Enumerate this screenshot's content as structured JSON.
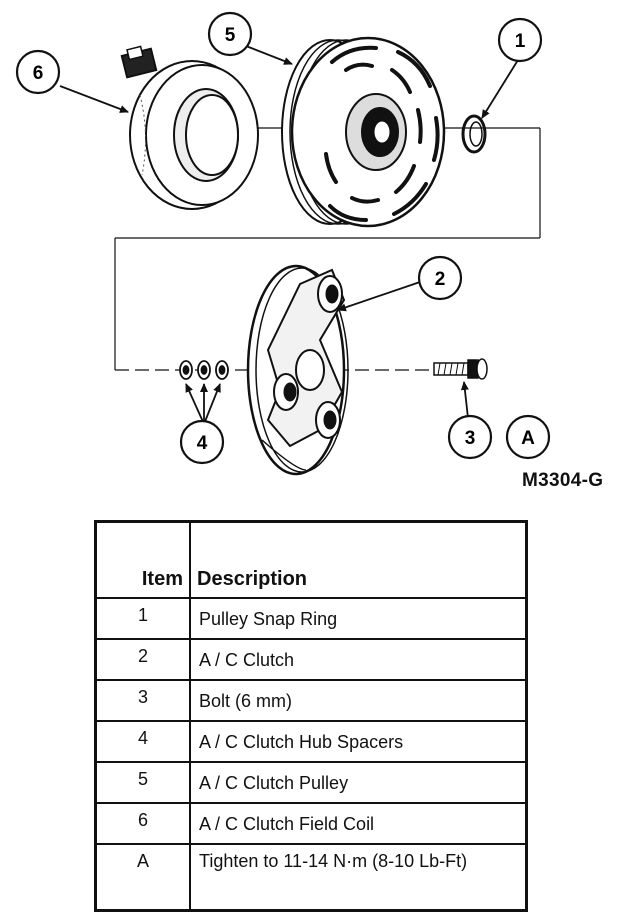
{
  "callouts": {
    "c1": "1",
    "c2": "2",
    "c3": "3",
    "c4": "4",
    "c5": "5",
    "c6": "6",
    "cA": "A"
  },
  "figure_code": "M3304-G",
  "table": {
    "headers": {
      "item": "Item",
      "description": "Description"
    },
    "rows": [
      {
        "item": "1",
        "description": "Pulley Snap Ring"
      },
      {
        "item": "2",
        "description": "A / C Clutch"
      },
      {
        "item": "3",
        "description": "Bolt (6 mm)"
      },
      {
        "item": "4",
        "description": "A / C Clutch Hub Spacers"
      },
      {
        "item": "5",
        "description": "A / C Clutch Pulley"
      },
      {
        "item": "6",
        "description": "A / C Clutch Field Coil"
      },
      {
        "item": "A",
        "description": "Tighten to 11-14 N·m (8-10 Lb-Ft)"
      }
    ]
  }
}
